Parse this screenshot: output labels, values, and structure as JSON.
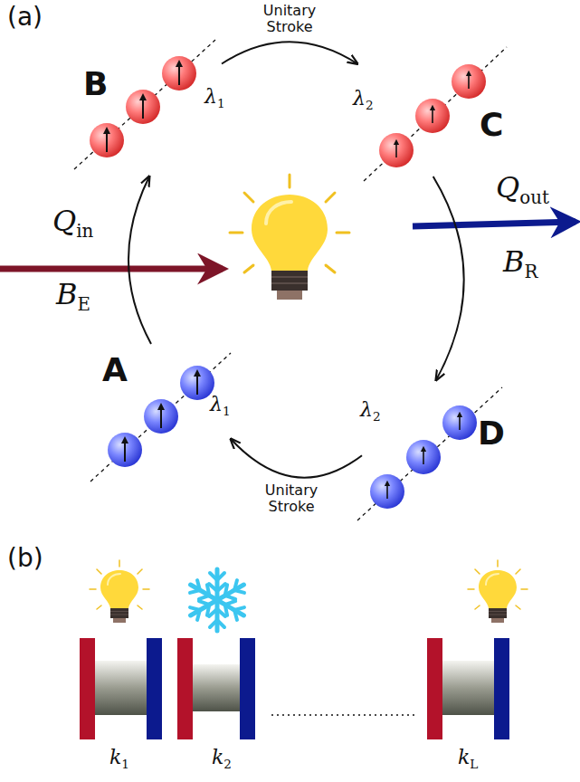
{
  "diagram": {
    "nodes": [
      {
        "text": [
          "B"
        ]
      },
      {
        "text": [
          "C"
        ]
      },
      {
        "text": [
          "A"
        ]
      },
      {
        "text": [
          "D"
        ]
      }
    ],
    "edges": [
      {
        "from": 2,
        "to": 0,
        "arrow": "to"
      },
      {
        "from": 0,
        "to": 1,
        "label": "Unitary Stroke",
        "arrow": "to"
      },
      {
        "from": 1,
        "to": 3,
        "arrow": "to"
      },
      {
        "from": 3,
        "to": 2,
        "label": "Unitary Stroke",
        "arrow": "to"
      }
    ],
    "labels": [
      "(a)",
      "Qin",
      "BE",
      "λ1",
      "λ2",
      "λ1",
      "λ2",
      "Qout",
      "BR",
      "(b)",
      "k1",
      "k2",
      "kL"
    ]
  }
}
